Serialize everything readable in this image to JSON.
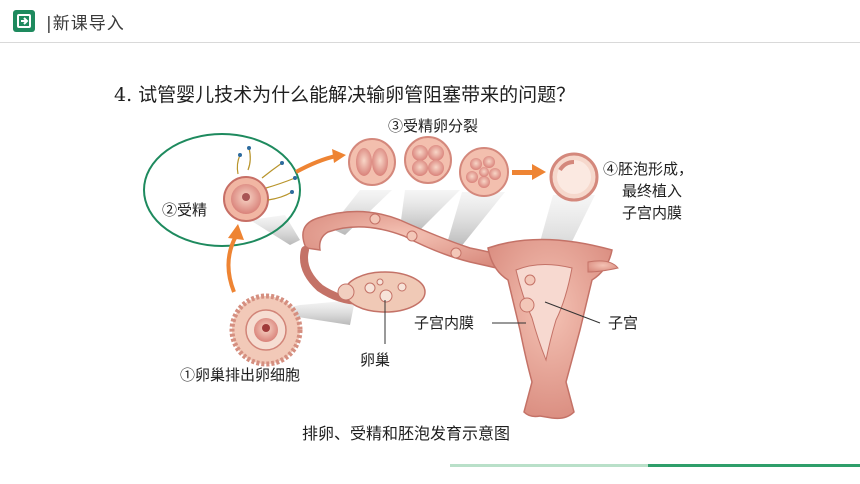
{
  "header": {
    "title": "|新课导入"
  },
  "question": "4. 试管婴儿技术为什么能解决输卵管阻塞带来的问题？",
  "diagram": {
    "labels": {
      "step1": "①卵巢排出卵细胞",
      "step2": "②受精",
      "step3": "③受精卵分裂",
      "step4_line1": "④胚泡形成，",
      "step4_line2": "最终植入",
      "step4_line3": "子宫内膜",
      "ovary": "卵巢",
      "endometrium": "子宫内膜",
      "uterus": "子宫"
    },
    "caption": "排卵、受精和胚泡发育示意图"
  },
  "colors": {
    "accent": "#1e8a5e",
    "arrow": "#ee8433",
    "tissue": "#e79a8c"
  }
}
